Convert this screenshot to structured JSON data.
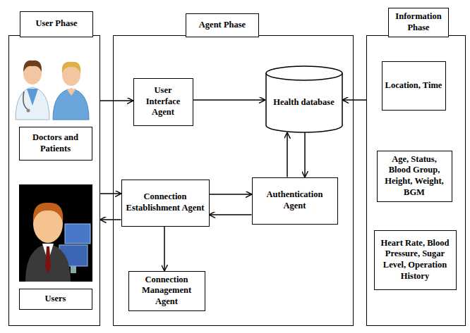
{
  "diagram": {
    "nodes": [
      {
        "text": [
          "User Phase"
        ]
      },
      {
        "text": [
          "Doctors and Patients"
        ],
        "in": 0
      },
      {
        "text": [
          "Users"
        ],
        "in": 0
      },
      {
        "text": [
          "Agent Phase"
        ]
      },
      {
        "text": [
          "User Interface Agent"
        ],
        "in": 3
      },
      {
        "text": [
          "Health database"
        ],
        "in": 3
      },
      {
        "text": [
          "Connection Establishment Agent"
        ],
        "in": 3
      },
      {
        "text": [
          "Authentication Agent"
        ],
        "in": 3
      },
      {
        "text": [
          "Connection Management Agent"
        ],
        "in": 3
      },
      {
        "text": [
          "Information Phase"
        ]
      },
      {
        "text": [
          "Location, Time"
        ],
        "in": 9
      },
      {
        "text": [
          "Age, Status, Blood Group, Height, Weight, BGM"
        ],
        "in": 9
      },
      {
        "text": [
          "Heart Rate, Blood Pressure, Sugar Level, Operation History"
        ],
        "in": 9
      }
    ],
    "edges": [
      {
        "from": 0,
        "to": 4,
        "arrow": "to"
      },
      {
        "from": 4,
        "to": 5,
        "arrow": "to"
      },
      {
        "from": 9,
        "to": 5,
        "arrow": "to"
      },
      {
        "from": 0,
        "to": 6,
        "arrow": "to"
      },
      {
        "from": 6,
        "to": 0,
        "arrow": "to"
      },
      {
        "from": 6,
        "to": 7,
        "arrow": "to"
      },
      {
        "from": 7,
        "to": 6,
        "arrow": "to"
      },
      {
        "from": 7,
        "to": 5,
        "arrow": "to"
      },
      {
        "from": 5,
        "to": 7,
        "arrow": "to"
      },
      {
        "from": 6,
        "to": 8,
        "arrow": "to"
      }
    ]
  }
}
